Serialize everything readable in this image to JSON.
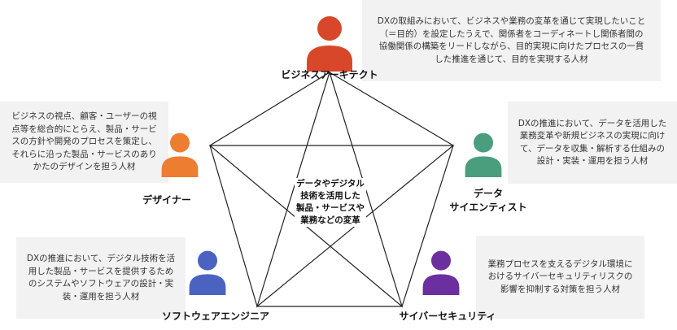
{
  "center": {
    "lines": [
      "データやデジタル",
      "技術を活用した",
      "製品・サービスや",
      "業務などの変革"
    ]
  },
  "roles": {
    "business_architect": {
      "label": "ビジネスアーキテクト",
      "color": "#d9472b",
      "description": "DXの取組みにおいて、ビジネスや業務の変革を通じて実現したいこと（＝目的）を設定したうえで、関係者をコーディネートし関係者間の協働関係の構築をリードしながら、目的実現に向けたプロセスの一貫した推進を通じて、目的を実現する人材"
    },
    "designer": {
      "label": "デザイナー",
      "color": "#ed7d31",
      "description": "ビジネスの視点、顧客・ユーザーの視点等を総合的にとらえ、製品・サービスの方針や開発のプロセスを策定し、それらに沿った製品・サービスのありかたのデザインを担う人材"
    },
    "data_scientist": {
      "label_line1": "データ",
      "label_line2": "サイエンティスト",
      "color": "#4a9e7e",
      "description": "DXの推進において、データを活用した業務変革や新規ビジネスの実現に向けて、データを収集・解析する仕組みの設計・実装・運用を担う人材"
    },
    "software_engineer": {
      "label": "ソフトウェアエンジニア",
      "color": "#4a63c0",
      "description": "DXの推進において、デジタル技術を活用した製品・サービスを提供するためのシステムやソフトウェアの設計・実装・運用を担う人材"
    },
    "cyber_security": {
      "label": "サイバーセキュリティ",
      "color": "#6b2fa0",
      "description": "業務プロセスを支えるデジタル環境におけるサイバーセキュリティリスクの影響を抑制する対策を担う人材"
    }
  }
}
